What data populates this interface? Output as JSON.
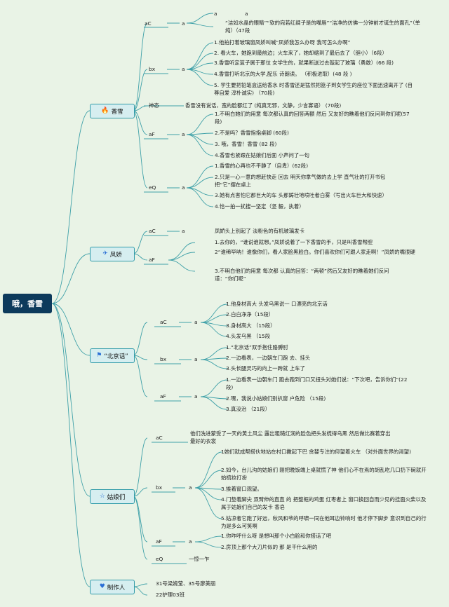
{
  "root": "哦，香雪",
  "branches": [
    {
      "label": "香雪",
      "icon": "🔥",
      "icon_name": "fire-icon",
      "icon_color": "#2a6fd6"
    },
    {
      "label": "凤娇",
      "icon": "✈",
      "icon_name": "paper-plane-icon",
      "icon_color": "#2a6fd6"
    },
    {
      "label": "“北京话”",
      "icon": "⚑",
      "icon_name": "flag-icon",
      "icon_color": "#2a6fd6"
    },
    {
      "label": "姑娘们",
      "icon": "☆",
      "icon_name": "star-icon",
      "icon_color": "#2a6fd6"
    },
    {
      "label": "制作人",
      "icon": "♥",
      "icon_name": "heart-icon",
      "icon_color": "#2a6fd6"
    }
  ],
  "lines": [
    "aC",
    "a",
    "a",
    "a",
    "“洁如水晶的眼睛”“软的宛若红绸子是的嘴唇”“洁净的仿佛一分钟前才诞生的面孔”（单纯）（47段",
    "bx",
    "a",
    "1.他拍打着玻璃窗凤娇叫喊“凤娇我怎么办呀 我可怎么办啊”",
    "2. 看火车，她跑到最前边；火车来了，她却缩到了最后去了（胆小）（6段）",
    "3.香雪听定篮子属于那位 女学生的，就果断送过去敲起了玻璃（勇敢）(66 段)",
    "4.香雪打听北京的大学,配乐 诗朗读。 （积极进取）(48 段 )",
    "5. 学生要把铅笔盒送给香水 时香雪还是猛然把篮子到女学生的座位下面迅速离开了 (自尊自爱 淳朴诚实)   （70段)",
    "神态",
    "香雪没有说话，宽的脸都红了 (纯真无邪，文静，少言寡语）  (70段)",
    "aF",
    "a",
    "1.不明白她们的用意 每次都认真的回答两额 然后 又友好的瞧着他们反问到你们呢(57段)",
    "2.不是吗？香雪指指桌脚  (60段)",
    "3. 哦，香雪！香雪 (82 段)",
    "4.香雪也紧跟在姑娘们后面 小声问了一句",
    "eQ",
    "a",
    "1.香雪的心再也不平静了（自卑）(62段)",
    "2.只是一心一意的想赶快走 回去 明天你拿气做的去上学 直气壮的打开书包把“它”摆在桌上",
    "3.她有点害怕它那巨大的车 头那踌壮地喷吐者白雾（写出火车巨大和快速）",
    "4.恰一拍一扰搜一坚定（坚 毅，执着）",
    "aC",
    "a",
    "凤娇头上别起了 淡粉色的有机玻璃发卡",
    "aF",
    "1.去你的，“谁说谁就想。”凤娇说着了一下香雪的手，只是叫香雪帮腔",
    "2“谁稀罕呐！谁像你们，看人家脸黑脸白。你们喜欢你们可跟人家走啊！”凤娇的嘴很硬",
    "3.不明白他们的用意 每次都 认真的回答：“两顿”然后又友好的瞧着她们反问道：“你们呢”",
    "aC",
    "a",
    "1.他身材高大 头发乌黑说一 口漂亮的北京话",
    "2.白白净净（15段）",
    "3.身材高大 （15段）",
    "4.头发乌黑 （15段",
    "bx",
    "a",
    "1.“北京话”双手抱住胳膊肘",
    "2.一边看表，一边朝车门跑 去、挂头",
    "3.头长腿灵巧的向上一跨就 上车了",
    "aF",
    "a",
    "1.一边看表一边朝车门 跑去跑到门口又扭头对她们说：“下次吧，告诉你们”(22段)",
    "2.嘿，我说小姑娘们别扒窗 户危险 （15段)",
    "3.真没治 （21段）",
    "aC",
    "他们洗进蒙受了一天的黄土风尘 露出粗糙红润的脸色把头发梳得乌黑 然后做比赛着穿出最好的衣裳",
    "bx",
    "a",
    "1她们就成帮搭伙地站在村口撇起下巴 贪婪专注的仰望着火车 （对外面世界的渴望)",
    "2.如今，台儿沟的姑娘们 刚把晚饭端上桌就慌了神 他们心不在焉的胡乱吃几口扔下碗就开始梳妆打扮",
    "3.挨着窗口观望。",
    "4.门垫着脚尖 双臂伸的直直 的 把整框的鸡蛋 红枣者上 窗口换回自而少见的挂面火柴以及属于姑娘们自己的发卡 香皂",
    "5.姑凉者它跑了好远，秋风和爷的呼啸一同在他耳边铃响时 他才停下脚步 意识到自己的行为是多么可笑啊",
    "aF",
    "a",
    "1.你咋呼什么呀 是想叫那个小白脸和你搭话了吧",
    "2.房顶上那个大刀片似的 那 是干什么用的",
    "eQ",
    "一惊一乍",
    "31号梁婉莹、35号廖美丽",
    "22护理03班"
  ]
}
